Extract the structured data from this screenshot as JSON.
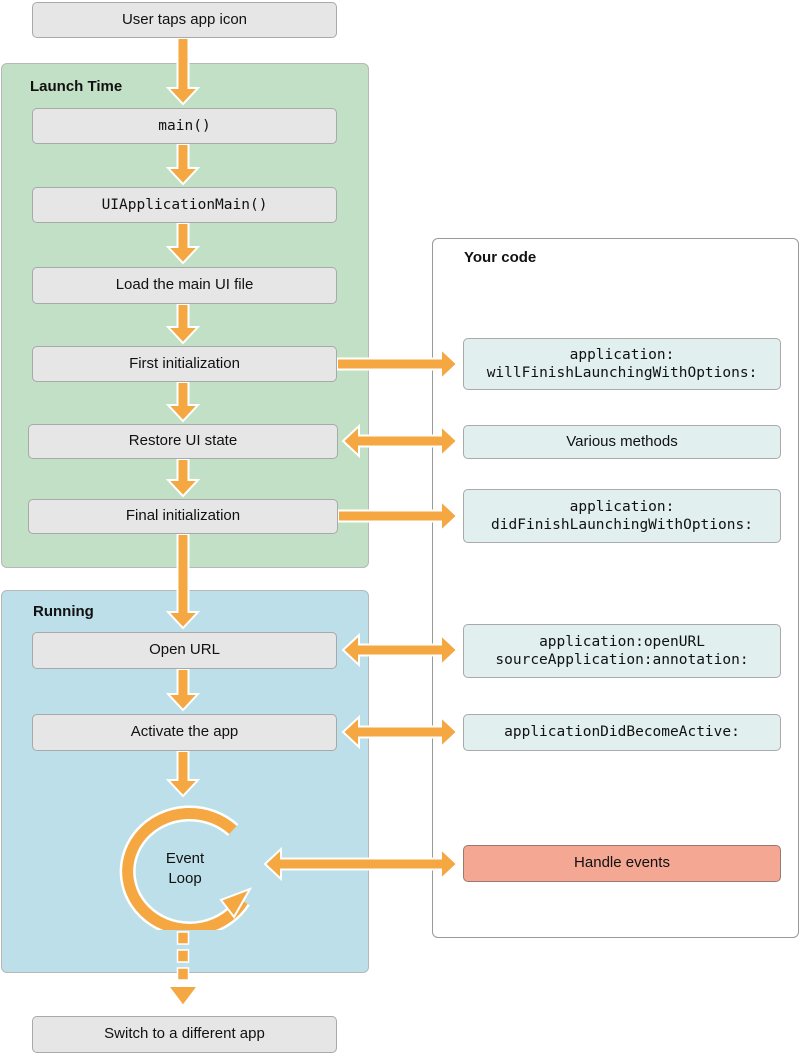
{
  "colors": {
    "arrow": "#f5a742",
    "arrow_outline": "#ffffff",
    "launch_region": "#c2e0c6",
    "running_region": "#bcdfe9",
    "step_box": "#e6e6e6",
    "code_box": "#e1efef",
    "highlight_box": "#f4a793"
  },
  "start": {
    "label": "User taps app icon"
  },
  "launch": {
    "title": "Launch Time",
    "steps": [
      "main()",
      "UIApplicationMain()",
      "Load the main UI file",
      "First initialization",
      "Restore UI state",
      "Final initialization"
    ]
  },
  "running": {
    "title": "Running",
    "steps": [
      "Open URL",
      "Activate the app"
    ],
    "loop_line1": "Event",
    "loop_line2": "Loop"
  },
  "end": {
    "label": "Switch to a different app"
  },
  "your_code": {
    "title": "Your code",
    "will_finish_line1": "application:",
    "will_finish_line2": "willFinishLaunchingWithOptions:",
    "various_methods": "Various methods",
    "did_finish_line1": "application:",
    "did_finish_line2": "didFinishLaunchingWithOptions:",
    "open_url_line1": "application:openURL",
    "open_url_line2": "sourceApplication:annotation:",
    "did_become_active": "applicationDidBecomeActive:",
    "handle_events": "Handle events"
  }
}
